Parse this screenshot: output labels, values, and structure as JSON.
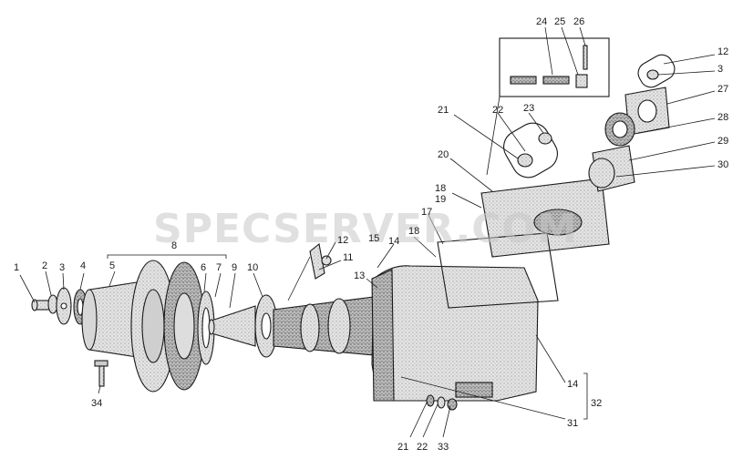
{
  "watermark": "SPECSERVER.COM",
  "labels": {
    "n1": "1",
    "n2": "2",
    "n3": "3",
    "n4": "4",
    "n5": "5",
    "n6": "6",
    "n7": "7",
    "n8": "8",
    "n9": "9",
    "n10": "10",
    "n11": "11",
    "n12a": "12",
    "n12b": "12",
    "n13": "13",
    "n14a": "14",
    "n14b": "14",
    "n15": "15",
    "n17": "17",
    "n18a": "18",
    "n18b": "18",
    "n19": "19",
    "n20": "20",
    "n21a": "21",
    "n21b": "21",
    "n22a": "22",
    "n22b": "22",
    "n23": "23",
    "n24": "24",
    "n25": "25",
    "n26": "26",
    "n27": "27",
    "n28": "28",
    "n29": "29",
    "n30": "30",
    "n31": "31",
    "n32": "32",
    "n33": "33",
    "n34": "34",
    "n3b": "3"
  }
}
